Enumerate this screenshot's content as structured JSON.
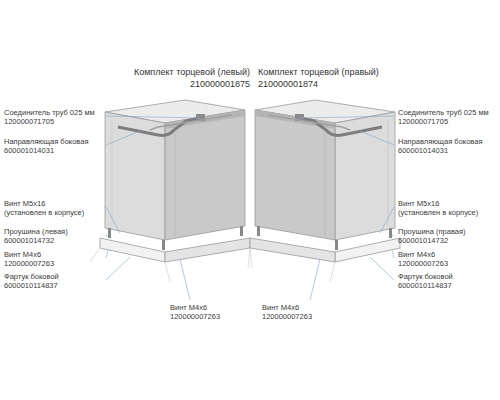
{
  "diagram": {
    "labels": [
      "Комплект торцевой (левый)",
      "210000001875",
      "Комплект торцевой (правый)",
      "210000001874",
      "Соединитель труб 025 мм",
      "120000071705",
      "Направляющая боковая",
      "600001014031",
      "Винт М5х16",
      "(установлен в корпусе)",
      "Проушина (левая)",
      "600001014732",
      "Винт М4х6",
      "120000007263",
      "Фартук боковой",
      "6000010114837",
      "Винт М4х6",
      "120000007263",
      "Соединитель труб 025 мм",
      "120000071705",
      "Направляющая боковая",
      "600001014031",
      "Винт М5х16",
      "(установлен в корпусе)",
      "Проушина (правая)",
      "600001014732",
      "Винт М4х6",
      "120000007263",
      "Фартук боковой",
      "6000010114837",
      "Винт М4х6",
      "120000007263"
    ]
  }
}
